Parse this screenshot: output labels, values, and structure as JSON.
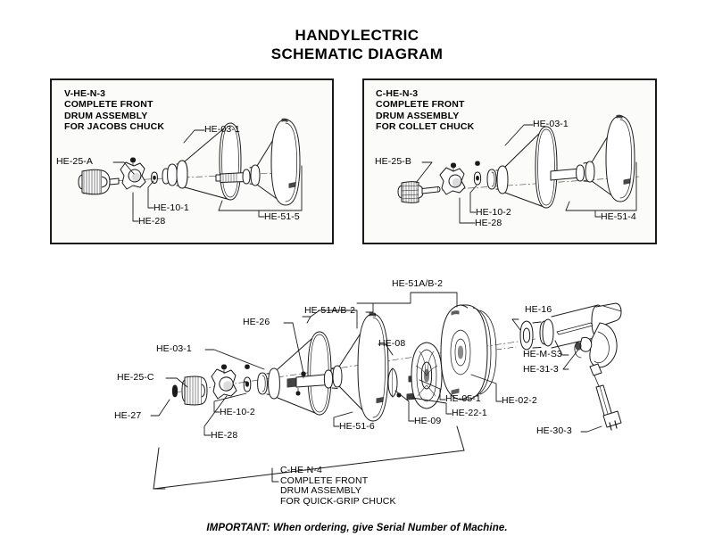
{
  "document": {
    "title_line1": "HANDYLECTRIC",
    "title_line2": "SCHEMATIC DIAGRAM",
    "footer_note": "IMPORTANT: When ordering, give Serial Number of Machine.",
    "ink_color": "#1a1a1a",
    "paper_color": "#ffffff",
    "panel_fill": "#fbfbfa"
  },
  "panels": [
    {
      "id": "v-he-n-3",
      "heading": "V-HE-N-3\nCOMPLETE FRONT\nDRUM ASSEMBLY\nFOR JACOBS CHUCK",
      "heading_lines": [
        "V-HE-N-3",
        "COMPLETE FRONT",
        "DRUM ASSEMBLY",
        "FOR JACOBS CHUCK"
      ],
      "callouts": [
        {
          "name": "he-25-a",
          "text": "HE-25-A"
        },
        {
          "name": "he-03-1",
          "text": "HE-03-1"
        },
        {
          "name": "he-10-1",
          "text": "HE-10-1"
        },
        {
          "name": "he-28",
          "text": "HE-28"
        },
        {
          "name": "he-51-5",
          "text": "HE-51-5"
        }
      ]
    },
    {
      "id": "c-he-n-3",
      "heading": "C-HE-N-3\nCOMPLETE FRONT\nDRUM ASSEMBLY\nFOR COLLET CHUCK",
      "heading_lines": [
        "C-HE-N-3",
        "COMPLETE FRONT",
        "DRUM ASSEMBLY",
        "FOR COLLET CHUCK"
      ],
      "callouts": [
        {
          "name": "he-25-b",
          "text": "HE-25-B"
        },
        {
          "name": "he-03-1",
          "text": "HE-03-1"
        },
        {
          "name": "he-10-2",
          "text": "HE-10-2"
        },
        {
          "name": "he-28",
          "text": "HE-28"
        },
        {
          "name": "he-51-4",
          "text": "HE-51-4"
        }
      ]
    }
  ],
  "main_assembly": {
    "callouts": [
      {
        "name": "he-25-c",
        "text": "HE-25-C"
      },
      {
        "name": "he-27",
        "text": "HE-27"
      },
      {
        "name": "he-03-1",
        "text": "HE-03-1"
      },
      {
        "name": "he-10-2",
        "text": "HE-10-2"
      },
      {
        "name": "he-28",
        "text": "HE-28"
      },
      {
        "name": "he-26",
        "text": "HE-26"
      },
      {
        "name": "he-51a-b-2-left",
        "text": "HE-51A/B-2"
      },
      {
        "name": "he-51a-b-2-top",
        "text": "HE-51A/B-2"
      },
      {
        "name": "he-08",
        "text": "HE-08"
      },
      {
        "name": "he-09",
        "text": "HE-09"
      },
      {
        "name": "he-22-1",
        "text": "HE-22-1"
      },
      {
        "name": "he-05-1",
        "text": "HE-05-1"
      },
      {
        "name": "he-02-2",
        "text": "HE-02-2"
      },
      {
        "name": "he-51-6",
        "text": "HE-51-6"
      },
      {
        "name": "he-16",
        "text": "HE-16"
      },
      {
        "name": "he-m-s3",
        "text": "HE-M-S3"
      },
      {
        "name": "he-31-3",
        "text": "HE-31-3"
      },
      {
        "name": "he-30-3",
        "text": "HE-30-3"
      }
    ],
    "bracket_label": {
      "name": "c-he-n-4",
      "lines": [
        "C-HE-N-4",
        "COMPLETE FRONT",
        "DRUM ASSEMBLY",
        "FOR QUICK-GRIP CHUCK"
      ]
    }
  }
}
